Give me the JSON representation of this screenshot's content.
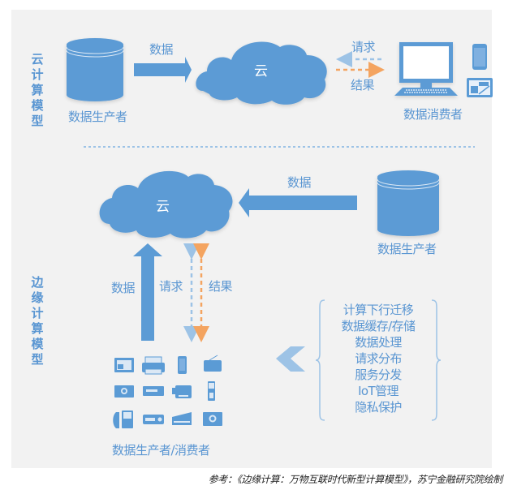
{
  "colors": {
    "primary_blue": "#5b9bd5",
    "request_arrow": "#9dc3e6",
    "result_arrow": "#f4a460",
    "panel_bg": "#f2f2f2",
    "divider": "#9dc3e6"
  },
  "cloud_model": {
    "section_label": "云计算模型",
    "producer_label": "数据生产者",
    "data_arrow_label": "数据",
    "cloud_label": "云",
    "request_label": "请求",
    "result_label": "结果",
    "consumer_label": "数据消费者"
  },
  "edge_model": {
    "section_label": "边缘计算模型",
    "cloud_label": "云",
    "data_arrow_label_top": "数据",
    "producer_label": "数据生产者",
    "data_arrow_label_up": "数据",
    "request_label": "请求",
    "result_label": "结果",
    "devices_label": "数据生产者/消费者",
    "devices": [
      "tablet-icon",
      "printer-icon",
      "smartphone-icon",
      "radio-icon",
      "camera-icon",
      "projector-icon",
      "camcorder-icon",
      "feature-phone-icon",
      "desk-phone-icon",
      "dvd-player-icon",
      "scanner-icon",
      "camera-icon"
    ],
    "edge_tasks": [
      "计算下行迁移",
      "数据缓存/存储",
      "数据处理",
      "请求分布",
      "服务分发",
      "IoT管理",
      "隐私保护"
    ]
  },
  "footer": "参考：《边缘计算：万物互联时代新型计算模型》，苏宁金融研究院绘制"
}
